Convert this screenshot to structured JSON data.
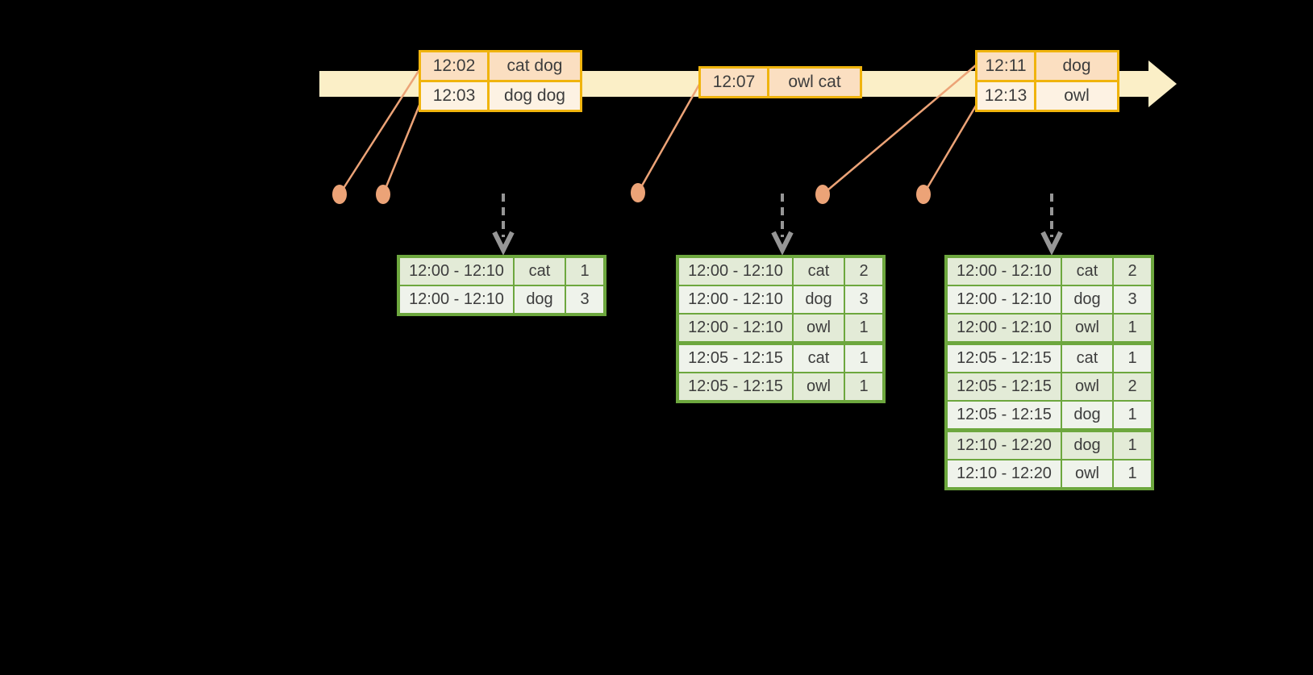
{
  "colors": {
    "background": "#000000",
    "timeline_band": "#fbefc7",
    "event_table_border": "#f0b40e",
    "event_fill_dark": "#fbdfc1",
    "event_fill_light": "#fdf2e3",
    "connector_salmon": "#eca377",
    "result_table_border": "#6da73e",
    "result_fill_dark": "#e3ebd7",
    "result_fill_light": "#eff3eb",
    "trigger_arrow_gray": "#969696",
    "text": "#3d3d3d"
  },
  "event_tables": [
    {
      "rows": [
        {
          "time": "12:02",
          "words": "cat dog"
        },
        {
          "time": "12:03",
          "words": "dog dog"
        }
      ]
    },
    {
      "rows": [
        {
          "time": "12:07",
          "words": "owl cat"
        }
      ]
    },
    {
      "rows": [
        {
          "time": "12:11",
          "words": "dog"
        },
        {
          "time": "12:13",
          "words": "owl"
        }
      ]
    }
  ],
  "result_tables": [
    {
      "rows": [
        {
          "window": "12:00 - 12:10",
          "word": "cat",
          "count": "1"
        },
        {
          "window": "12:00 - 12:10",
          "word": "dog",
          "count": "3"
        }
      ]
    },
    {
      "rows": [
        {
          "window": "12:00 - 12:10",
          "word": "cat",
          "count": "2"
        },
        {
          "window": "12:00 - 12:10",
          "word": "dog",
          "count": "3"
        },
        {
          "window": "12:00 - 12:10",
          "word": "owl",
          "count": "1"
        },
        {
          "window": "12:05 - 12:15",
          "word": "cat",
          "count": "1"
        },
        {
          "window": "12:05 - 12:15",
          "word": "owl",
          "count": "1"
        }
      ]
    },
    {
      "rows": [
        {
          "window": "12:00 - 12:10",
          "word": "cat",
          "count": "2"
        },
        {
          "window": "12:00 - 12:10",
          "word": "dog",
          "count": "3"
        },
        {
          "window": "12:00 - 12:10",
          "word": "owl",
          "count": "1"
        },
        {
          "window": "12:05 - 12:15",
          "word": "cat",
          "count": "1"
        },
        {
          "window": "12:05 - 12:15",
          "word": "owl",
          "count": "2"
        },
        {
          "window": "12:05 - 12:15",
          "word": "dog",
          "count": "1"
        },
        {
          "window": "12:10 - 12:20",
          "word": "dog",
          "count": "1"
        },
        {
          "window": "12:10 - 12:20",
          "word": "owl",
          "count": "1"
        }
      ]
    }
  ]
}
